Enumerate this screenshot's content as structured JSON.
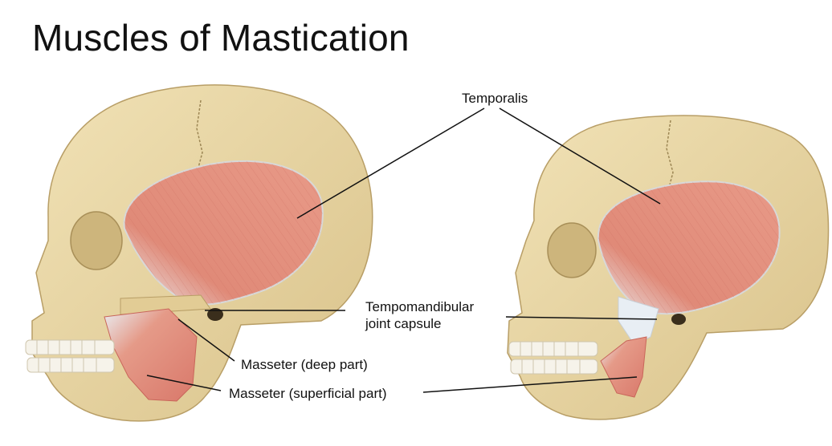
{
  "slide": {
    "title": "Muscles of Mastication"
  },
  "labels": {
    "temporalis": "Temporalis",
    "tmj_line1": "Tempomandibular",
    "tmj_line2": "joint capsule",
    "masseter_deep": "Masseter (deep part)",
    "masseter_superficial": "Masseter (superficial part)"
  },
  "colors": {
    "bone": "#ead7a4",
    "bone_shadow": "#c9b27a",
    "muscle": "#e3917f",
    "muscle_dark": "#c9665a",
    "tendon": "#e8eef4",
    "teeth": "#f6f3ea",
    "leader_line": "#111111"
  }
}
